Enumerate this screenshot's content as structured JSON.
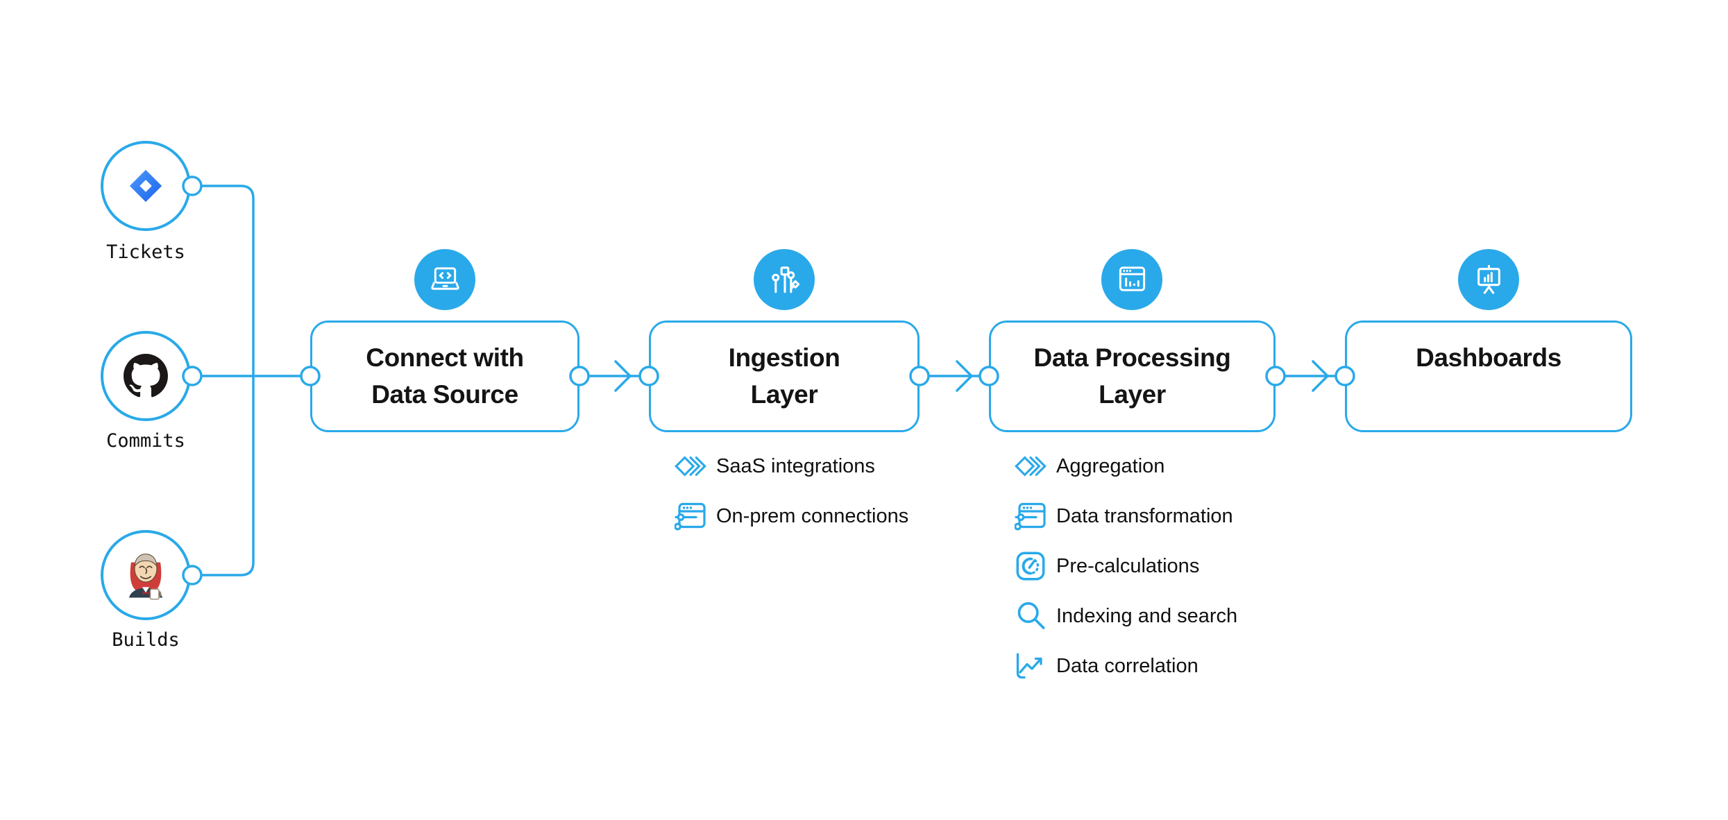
{
  "colors": {
    "accent": "#29A9E9",
    "background": "#ffffff",
    "titleText": "#141414",
    "labelText": "#101010",
    "jiraBlueLight": "#4C9AFF",
    "jiraBlueDark": "#1D63E8",
    "githubBlack": "#1B1817",
    "jenkinsRed": "#CF3D3A"
  },
  "sources": [
    {
      "label": "Tickets",
      "logo": "jira-logo"
    },
    {
      "label": "Commits",
      "logo": "github-logo"
    },
    {
      "label": "Builds",
      "logo": "jenkins-logo"
    }
  ],
  "stages": [
    {
      "title": "Connect with\nData Source",
      "icon": "laptop-code-icon",
      "items": []
    },
    {
      "title": "Ingestion\nLayer",
      "icon": "circuit-icon",
      "items": [
        {
          "icon": "diamonds-icon",
          "label": "SaaS integrations"
        },
        {
          "icon": "window-sliders-icon",
          "label": "On-prem connections"
        }
      ]
    },
    {
      "title": "Data Processing\nLayer",
      "icon": "window-chart-icon",
      "items": [
        {
          "icon": "diamonds-icon",
          "label": "Aggregation"
        },
        {
          "icon": "window-sliders-icon",
          "label": "Data transformation"
        },
        {
          "icon": "gauge-icon",
          "label": "Pre-calculations"
        },
        {
          "icon": "search-icon",
          "label": "Indexing and search"
        },
        {
          "icon": "chart-line-icon",
          "label": "Data correlation"
        }
      ]
    },
    {
      "title": "Dashboards",
      "icon": "presentation-icon",
      "items": []
    }
  ]
}
